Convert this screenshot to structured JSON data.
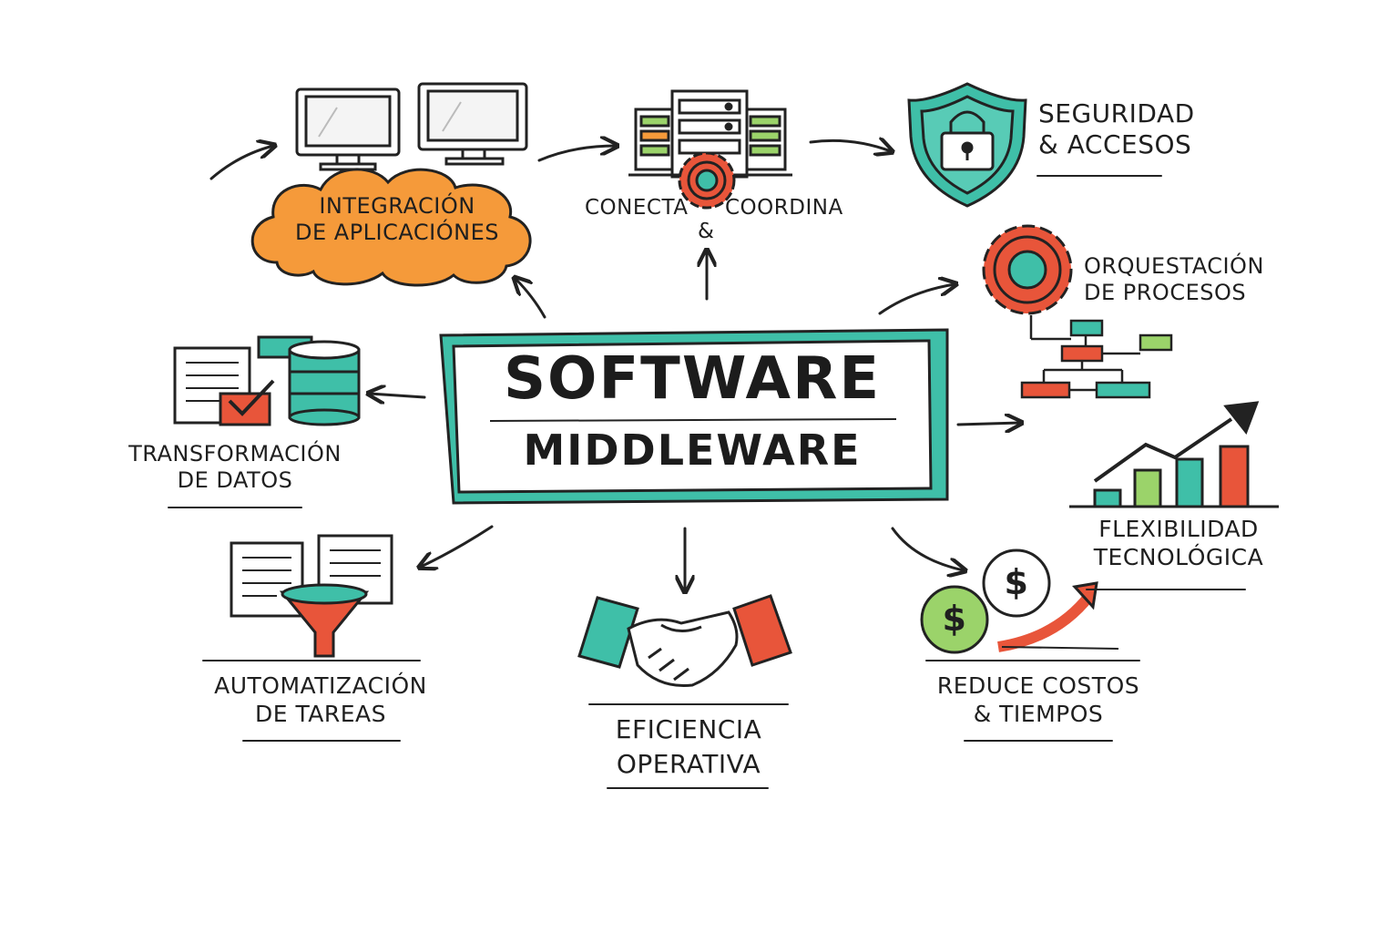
{
  "center": {
    "line1": "SOFTWARE",
    "line2": "MIDDLEWARE"
  },
  "nodes": {
    "integracion": {
      "line1": "INTEGRACIÓN",
      "line2": "DE APLICACIÓNES"
    },
    "conecta": {
      "line1": "CONECTA",
      "amp": "&",
      "line2": "COORDINA"
    },
    "seguridad": {
      "line1": "SEGURIDAD",
      "line2": "& ACCESOS"
    },
    "orquestacion": {
      "line1": "ORQUESTACIÓN",
      "line2": "DE PROCESOS"
    },
    "transformacion": {
      "line1": "TRANSFORMACIÓN",
      "line2": "DE DATOS"
    },
    "flexibilidad": {
      "line1": "FLEXIBILIDAD",
      "line2": "TECNOLÓGICA"
    },
    "automatizacion": {
      "line1": "AUTOMATIZACIÓN",
      "line2": "DE TAREAS"
    },
    "eficiencia": {
      "line1": "EFICIENCIA",
      "line2": "OPERATIVA"
    },
    "costos": {
      "line1": "REDUCE COSTOS",
      "line2": "& TIEMPOS"
    }
  },
  "icons": {
    "monitors": "monitor-icon",
    "server": "server-icon",
    "gear": "gear-icon",
    "shield": "shield-lock-icon",
    "flowchart": "flowchart-icon",
    "database": "database-icon",
    "documents": "document-icon",
    "funnel": "funnel-icon",
    "handshake": "handshake-icon",
    "coins": "dollar-coin-icon",
    "bar_chart": "bar-chart-icon"
  },
  "colors": {
    "teal": "#3fbfa8",
    "orange": "#f59a3a",
    "red": "#e8553a",
    "green": "#9bd36a",
    "ink": "#1f1f1f"
  }
}
